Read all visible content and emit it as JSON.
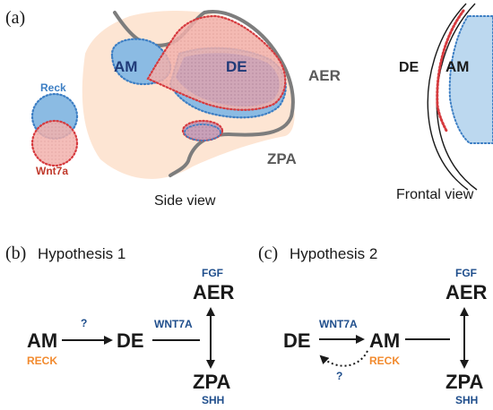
{
  "panel_a": {
    "label": "(a)",
    "side_view": {
      "caption": "Side view",
      "am": "AM",
      "de": "DE",
      "aer": "AER",
      "zpa": "ZPA",
      "legend_reck": "Reck",
      "legend_wnt7a": "Wnt7a"
    },
    "frontal_view": {
      "caption": "Frontal view",
      "de": "DE",
      "am": "AM"
    }
  },
  "panel_b": {
    "label": "(b)",
    "title": "Hypothesis 1",
    "am": "AM",
    "am_sub": "RECK",
    "de": "DE",
    "aer": "AER",
    "aer_top": "FGF",
    "zpa": "ZPA",
    "zpa_sub": "SHH",
    "q": "?",
    "wnt": "WNT7A"
  },
  "panel_c": {
    "label": "(c)",
    "title": "Hypothesis 2",
    "de": "DE",
    "am": "AM",
    "am_sub": "RECK",
    "wnt": "WNT7A",
    "q": "?",
    "aer": "AER",
    "aer_top": "FGF",
    "zpa": "ZPA",
    "zpa_sub": "SHH"
  },
  "colors": {
    "tissue": "#fde5d3",
    "blue_fill": "#8bbbe3",
    "blue_dot": "#3d7fc4",
    "red_fill": "#f0aaa6",
    "red_dot": "#d63a3e",
    "outline": "#7d7d7d",
    "dark_text": "#1a1a1a",
    "label_blue": "#1f4e8c",
    "label_orange": "#f28a2e",
    "label_red": "#c0392b"
  }
}
